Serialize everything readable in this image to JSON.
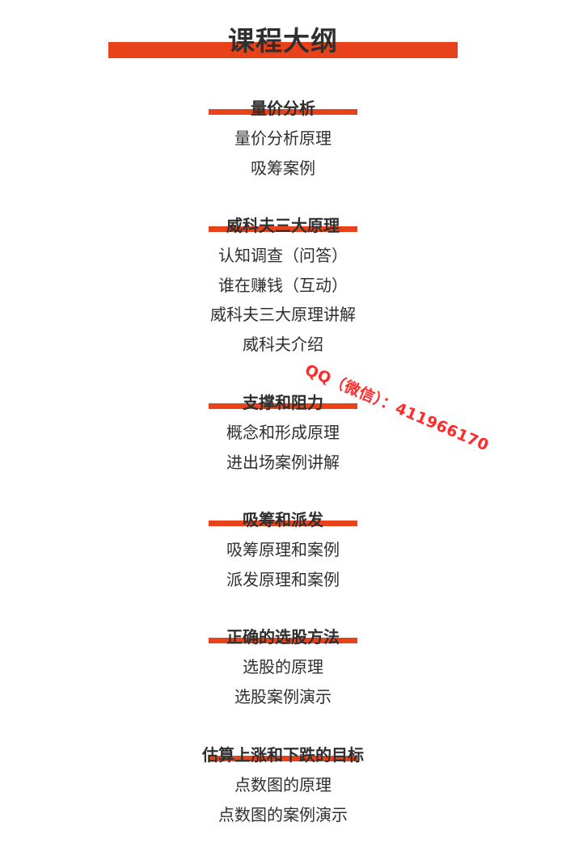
{
  "title": "课程大纲",
  "sections": [
    {
      "title": "量价分析",
      "items": [
        "量价分析原理",
        "吸筹案例"
      ]
    },
    {
      "title": "威科夫三大原理",
      "items": [
        "认知调查（问答）",
        "谁在赚钱（互动）",
        "威科夫三大原理讲解",
        "威科夫介绍"
      ]
    },
    {
      "title": "支撑和阻力",
      "items": [
        "概念和形成原理",
        "进出场案例讲解"
      ]
    },
    {
      "title": "吸筹和派发",
      "items": [
        "吸筹原理和案例",
        "派发原理和案例"
      ]
    },
    {
      "title": "正确的选股方法",
      "items": [
        "选股的原理",
        "选股案例演示"
      ]
    },
    {
      "title": "估算上涨和下跌的目标",
      "items": [
        "点数图的原理",
        "点数图的案例演示"
      ]
    }
  ],
  "watermark": "QQ（微信）：411966170",
  "colors": {
    "accent": "#e8421a",
    "text": "#2f2f2f",
    "watermark": "#ff2a2a"
  }
}
